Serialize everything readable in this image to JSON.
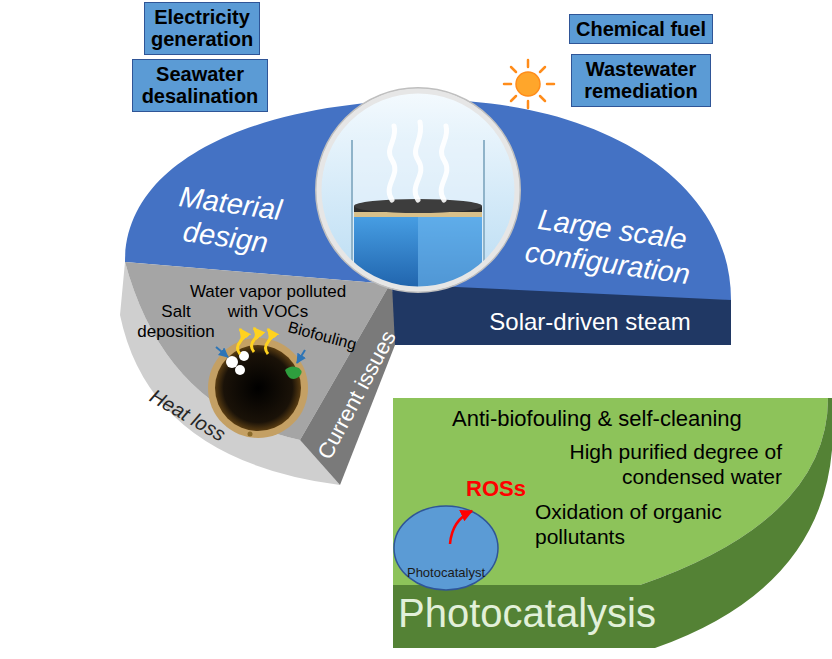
{
  "diagram": {
    "nodes": [
      {
        "text": [
          "Electricity generation"
        ]
      },
      {
        "text": [
          "Chemical fuel"
        ]
      },
      {
        "text": [
          "Seawater desalination"
        ]
      },
      {
        "text": [
          "Wastewater remediation"
        ]
      },
      {
        "text": [
          "Material design",
          "Large scale configuration"
        ]
      },
      {
        "text": [
          "Water vapor polluted with VOCs",
          "Salt deposition",
          "Biofouling",
          "Heat loss",
          "Current issues"
        ]
      },
      {
        "text": [
          "Solar-driven steam"
        ]
      },
      {
        "text": [
          "Anti-biofouling & self-cleaning",
          "High purified degree of condensed water",
          "Oxidation of organic pollutants",
          "Photocatalysis"
        ]
      },
      {
        "text": [
          "Photocatalyst"
        ],
        "in": 7
      }
    ],
    "labels": [
      "ROSs"
    ]
  }
}
